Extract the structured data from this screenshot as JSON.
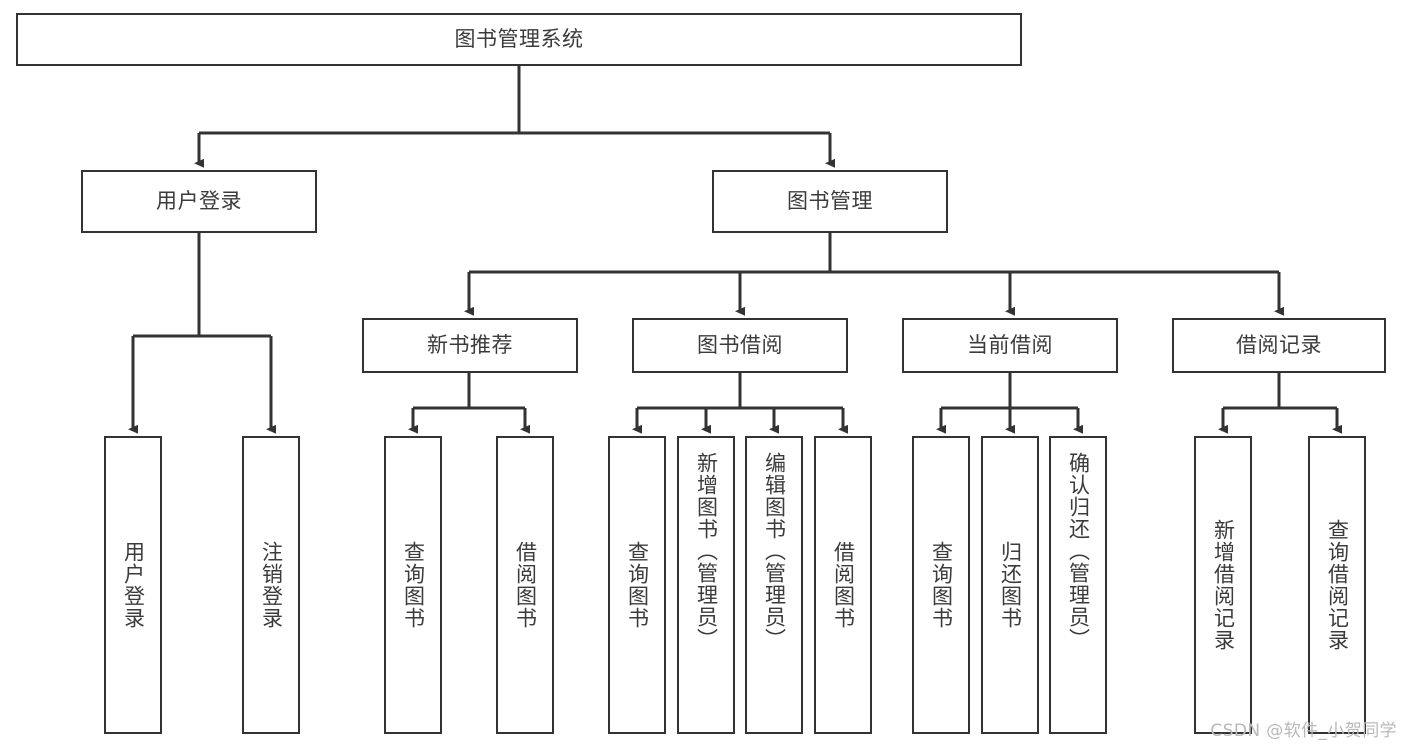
{
  "diagram": {
    "title": "图书管理系统",
    "stroke_color": "#333333",
    "text_color": "#3b3b3b",
    "background_color": "#ffffff",
    "watermark": "CSDN @软件_小贺同学",
    "nodes": {
      "root": "图书管理系统",
      "level2": {
        "user_login": "用户登录",
        "book_manage": "图书管理"
      },
      "level3": {
        "new_book_recommend": "新书推荐",
        "book_borrow": "图书借阅",
        "current_borrow": "当前借阅",
        "borrow_record": "借阅记录"
      },
      "leaves": {
        "user_login_1": "用户登录",
        "user_login_2": "注销登录",
        "recommend_1": "查询图书",
        "recommend_2": "借阅图书",
        "borrow_1": "查询图书",
        "borrow_2": "新增图书（管理员）",
        "borrow_3": "编辑图书（管理员）",
        "borrow_4": "借阅图书",
        "current_1": "查询图书",
        "current_2": "归还图书",
        "current_3": "确认归还（管理员）",
        "record_1": "新增借阅记录",
        "record_2": "查询借阅记录"
      }
    }
  }
}
